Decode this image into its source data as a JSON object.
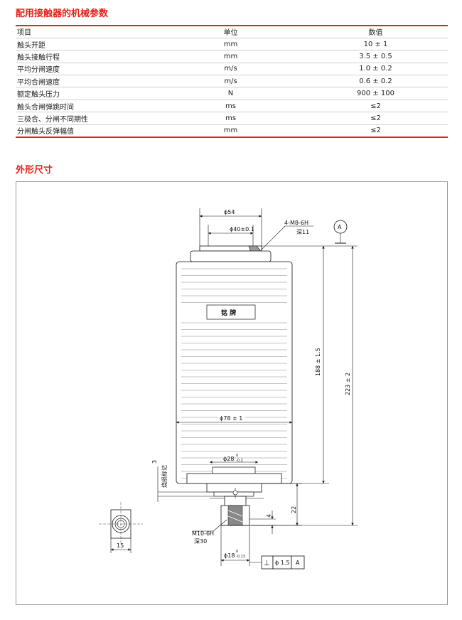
{
  "section1": {
    "title": "配用接触器的机械参数"
  },
  "table": {
    "headers": [
      "项目",
      "单位",
      "数值"
    ],
    "rows": [
      [
        "触头开距",
        "mm",
        "10 ± 1"
      ],
      [
        "触头接触行程",
        "mm",
        "3.5 ± 0.5"
      ],
      [
        "平均分闸速度",
        "m/s",
        "1.0 ± 0.2"
      ],
      [
        "平均合闸速度",
        "m/s",
        "0.6 ± 0.2"
      ],
      [
        "额定触头压力",
        "N",
        "900 ± 100"
      ],
      [
        "触头合闸弹跳时间",
        "ms",
        "≤2"
      ],
      [
        "三极合、分闸不同期性",
        "ms",
        "≤2"
      ],
      [
        "分闸触头反弹幅值",
        "mm",
        "≤2"
      ]
    ]
  },
  "section2": {
    "title": "外形尺寸"
  },
  "drawing": {
    "dim_top_outer": "ϕ54",
    "dim_top_inner": "ϕ40±0.1",
    "thread_top": "4-M8-6H",
    "thread_top_depth": "深11",
    "datum_label": "A",
    "nameplate": "铭 牌",
    "dim_body_dia": "ϕ78 ± 1",
    "dim_height_188": "188 ± 1.5",
    "dim_height_223": "223 ± 2",
    "dim_bottom_flange": "ϕ28",
    "dim_bottom_flange_tol": "0",
    "dim_bottom_flange_tol_low": "-0.2",
    "mark_3": "3",
    "mark_burn": "烧损标记",
    "dim_22": "22",
    "dim_4": "4",
    "thread_bottom": "M10-6H",
    "thread_bottom_depth": "深30",
    "dim_stem_dia": "ϕ18",
    "dim_stem_tol_up": "0",
    "dim_stem_tol_low": "-0.13",
    "dim_15": "15",
    "tol_symbol": "⊥",
    "tol_value": "ϕ 1.5",
    "tol_datum": "A"
  }
}
